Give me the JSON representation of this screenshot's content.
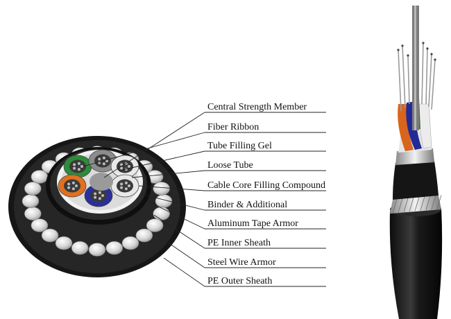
{
  "labels": [
    "Central Strength Member",
    "Fiber Ribbon",
    "Tube Filling Gel",
    "Loose Tube",
    "Cable Core Filling Compound",
    "Binder & Additional",
    "Aluminum Tape Armor",
    "PE Inner Sheath",
    "Steel Wire Armor",
    "PE Outer Sheath"
  ],
  "colors": {
    "outer_sheath": "#1b1b1b",
    "wire": "#d8d8d8",
    "tube_green": "#2e8b3a",
    "tube_blue": "#2a2f9c",
    "tube_orange": "#e07020",
    "tube_white": "#e8e8e8",
    "tube_grey": "#8c8c8c"
  }
}
